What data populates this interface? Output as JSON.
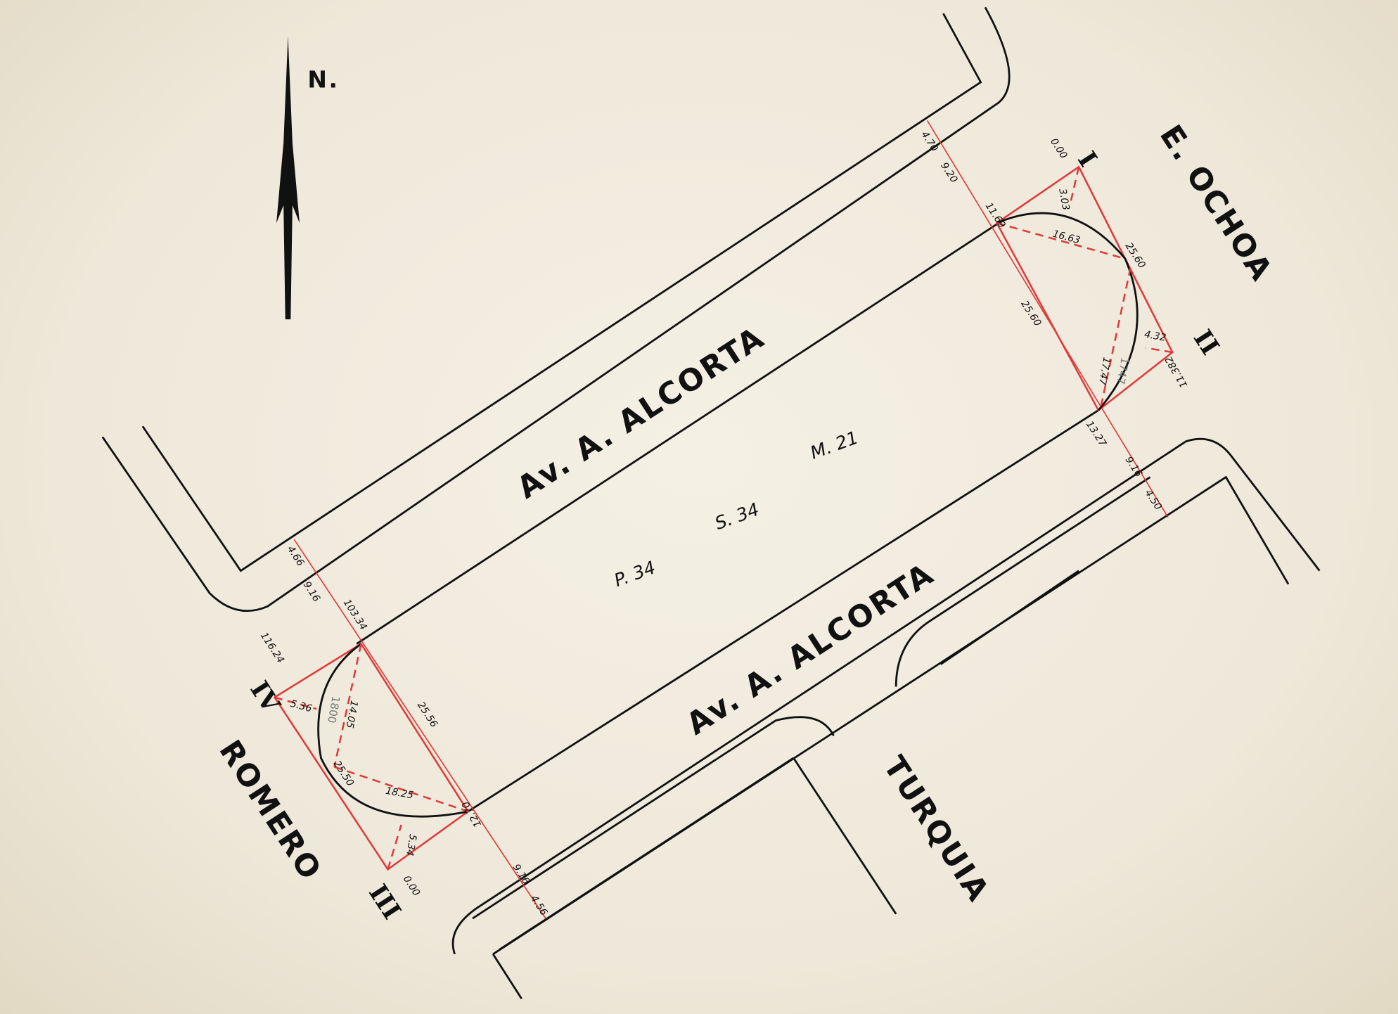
{
  "north_label": "N.",
  "streets": {
    "alcorta_upper": "Av. A. ALCORTA",
    "alcorta_lower": "Av. A. ALCORTA",
    "ochoa": "E. OCHOA",
    "romero": "ROMERO",
    "turquia": "TURQUIA"
  },
  "lot": {
    "parcela": "P. 34",
    "seccion": "S. 34",
    "manzana": "M. 21"
  },
  "vertices": {
    "v1": "I",
    "v2": "II",
    "v3": "III",
    "v4": "IV"
  },
  "measures_right": {
    "a": "4.70",
    "b": "9.20",
    "c": "11.69",
    "d": "0.00",
    "e": "3.03",
    "f": "16.63",
    "g": "25.60",
    "h": "25.60",
    "i": "17.47",
    "j": "4.32",
    "k": "11.382",
    "l": "13.27",
    "m": "9.16",
    "n": "4.50",
    "pencil": "1747"
  },
  "measures_left": {
    "a": "4.66",
    "b": "9.16",
    "c": "103.34",
    "d": "116.24",
    "e": "5.36",
    "f": "14.05",
    "g": "25.56",
    "h": "25.50",
    "i": "18.25",
    "j": "5.34",
    "k": "0.00",
    "l": "12.70",
    "m": "9.16",
    "n": "4.56",
    "pencil": "1800"
  }
}
